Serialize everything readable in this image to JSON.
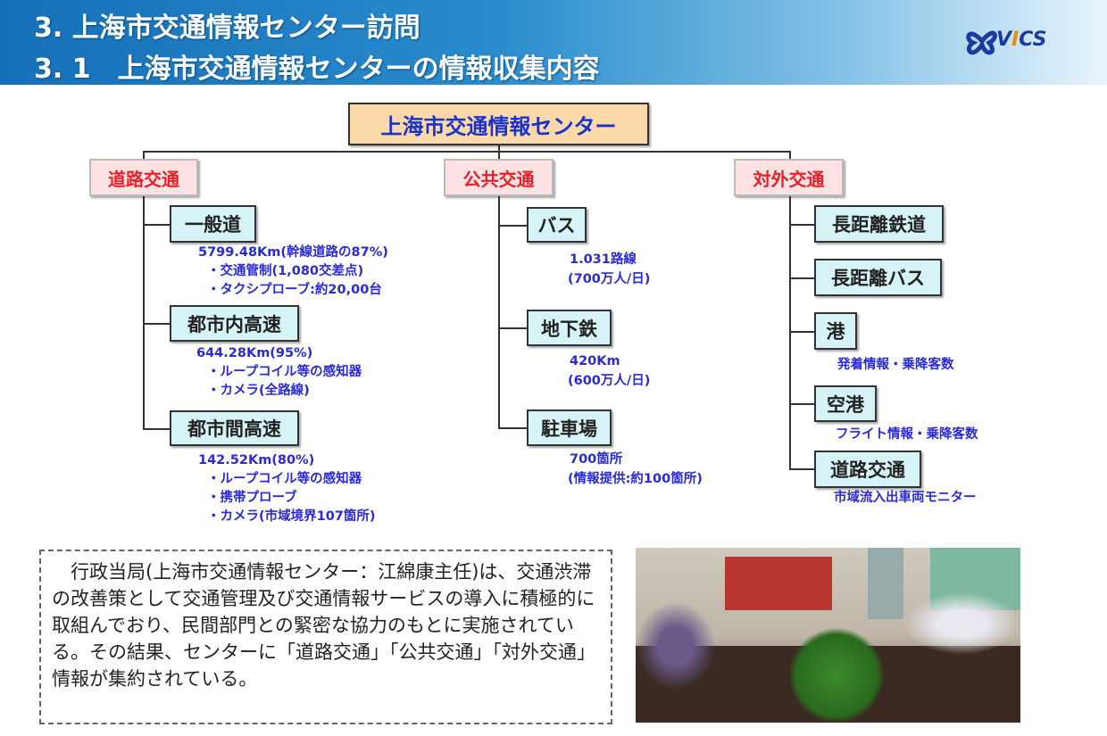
{
  "header": {
    "title_line1": "3. 上海市交通情報センター訪問",
    "title_line2": "3. 1　上海市交通情報センターの情報収集内容",
    "logo_text": "VICS"
  },
  "root": "上海市交通情報センター",
  "categories": {
    "road": {
      "label": "道路交通",
      "items": [
        {
          "label": "一般道",
          "notes": [
            "5799.48Km(幹線道路の87%)",
            "・交通管制(1,080交差点)",
            "・タクシプローブ:約20,00台"
          ]
        },
        {
          "label": "都市内高速",
          "notes": [
            "644.28Km(95%)",
            "・ループコイル等の感知器",
            "・カメラ(全路線)"
          ]
        },
        {
          "label": "都市間高速",
          "notes": [
            "142.52Km(80%)",
            "・ループコイル等の感知器",
            "・携帯プローブ",
            "・カメラ(市域境界107箇所)"
          ]
        }
      ]
    },
    "public": {
      "label": "公共交通",
      "items": [
        {
          "label": "バス",
          "notes": [
            "1.031路線",
            "(700万人/日)"
          ]
        },
        {
          "label": "地下鉄",
          "notes": [
            "420Km",
            "(600万人/日)"
          ]
        },
        {
          "label": "駐車場",
          "notes": [
            "700箇所",
            "(情報提供:約100箇所)"
          ]
        }
      ]
    },
    "external": {
      "label": "対外交通",
      "items": [
        {
          "label": "長距離鉄道",
          "notes": []
        },
        {
          "label": "長距離バス",
          "notes": []
        },
        {
          "label": "港",
          "notes": [
            "発着情報・乗降客数"
          ]
        },
        {
          "label": "空港",
          "notes": [
            "フライト情報・乗降客数"
          ]
        },
        {
          "label": "道路交通",
          "notes": [
            "市域流入出車両モニター"
          ]
        }
      ]
    }
  },
  "description": "　行政当局(上海市交通情報センター：江綿康主任)は、交通渋滞の改善策として交通管理及び交通情報サービスの導入に積極的に取組んでおり、民間部門との緊密な協力のもとに実施されている。その結果、センターに「道路交通」「公共交通」「対外交通」情報が集約されている。"
}
